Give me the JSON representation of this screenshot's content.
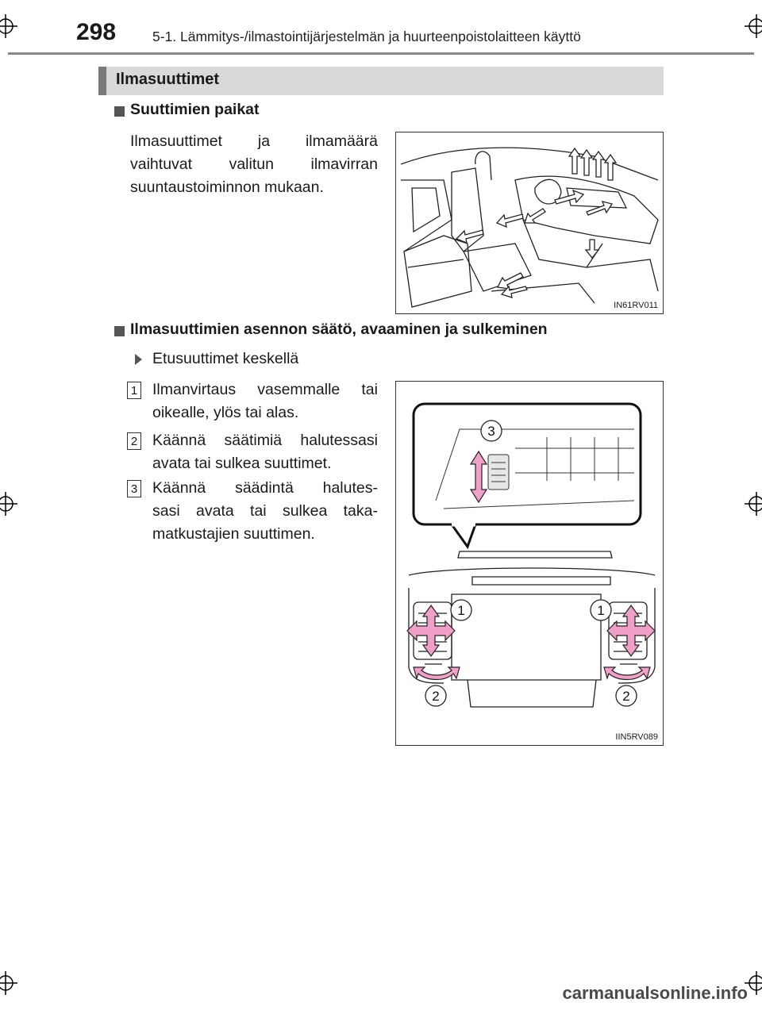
{
  "header": {
    "page_number": "298",
    "chapter_title": "5-1. Lämmitys-/ilmastointijärjestelmän ja huurteenpoistolaitteen käyttö"
  },
  "section": {
    "title": "Ilmasuuttimet"
  },
  "subsection1": {
    "heading": "Suuttimien paikat",
    "body_lines": [
      "Ilmasuuttimet ja ilmamäärä",
      "vaihtuvat valitun ilmavirran",
      "suuntaustoiminnon mukaan."
    ],
    "figure_code": "IN61RV011"
  },
  "subsection2": {
    "heading": "Ilmasuuttimien asennon säätö, avaaminen ja sulkeminen",
    "sub_item": "Etusuuttimet keskellä",
    "steps": [
      {
        "number": "1",
        "lines": [
          "Ilmanvirtaus vasemmalle tai",
          "oikealle, ylös tai alas."
        ]
      },
      {
        "number": "2",
        "lines": [
          "Käännä säätimiä halutessasi",
          "avata tai sulkea suuttimet."
        ]
      },
      {
        "number": "3",
        "lines": [
          "Käännä säädintä halutes-",
          "sasi avata tai sulkea taka-",
          "matkustajien suuttimen."
        ]
      }
    ],
    "figure_code": "IIN5RV089",
    "callouts": [
      "1",
      "1",
      "2",
      "2",
      "3"
    ]
  },
  "footer": {
    "watermark": "carmanualsonline.info"
  },
  "colors": {
    "header_bar": "#d9d9d9",
    "header_accent": "#7a7a7a",
    "arrow_pink": "#f0a0c8"
  }
}
